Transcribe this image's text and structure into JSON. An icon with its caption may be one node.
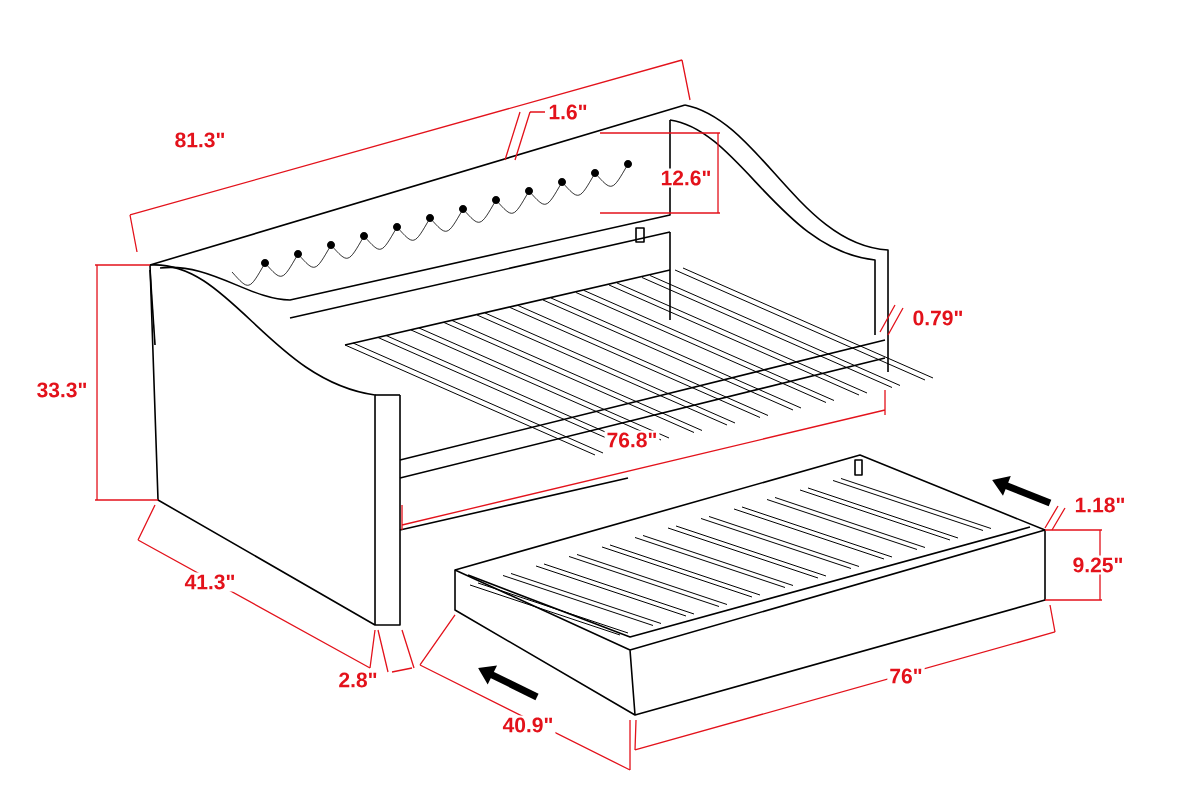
{
  "diagram": {
    "labels": [
      "81.3\"",
      "1.6\"",
      "12.6\"",
      "0.79\"",
      "33.3\"",
      "76.8\"",
      "1.18\"",
      "9.25\"",
      "41.3\"",
      "2.8\"",
      "76\"",
      "40.9\""
    ]
  }
}
